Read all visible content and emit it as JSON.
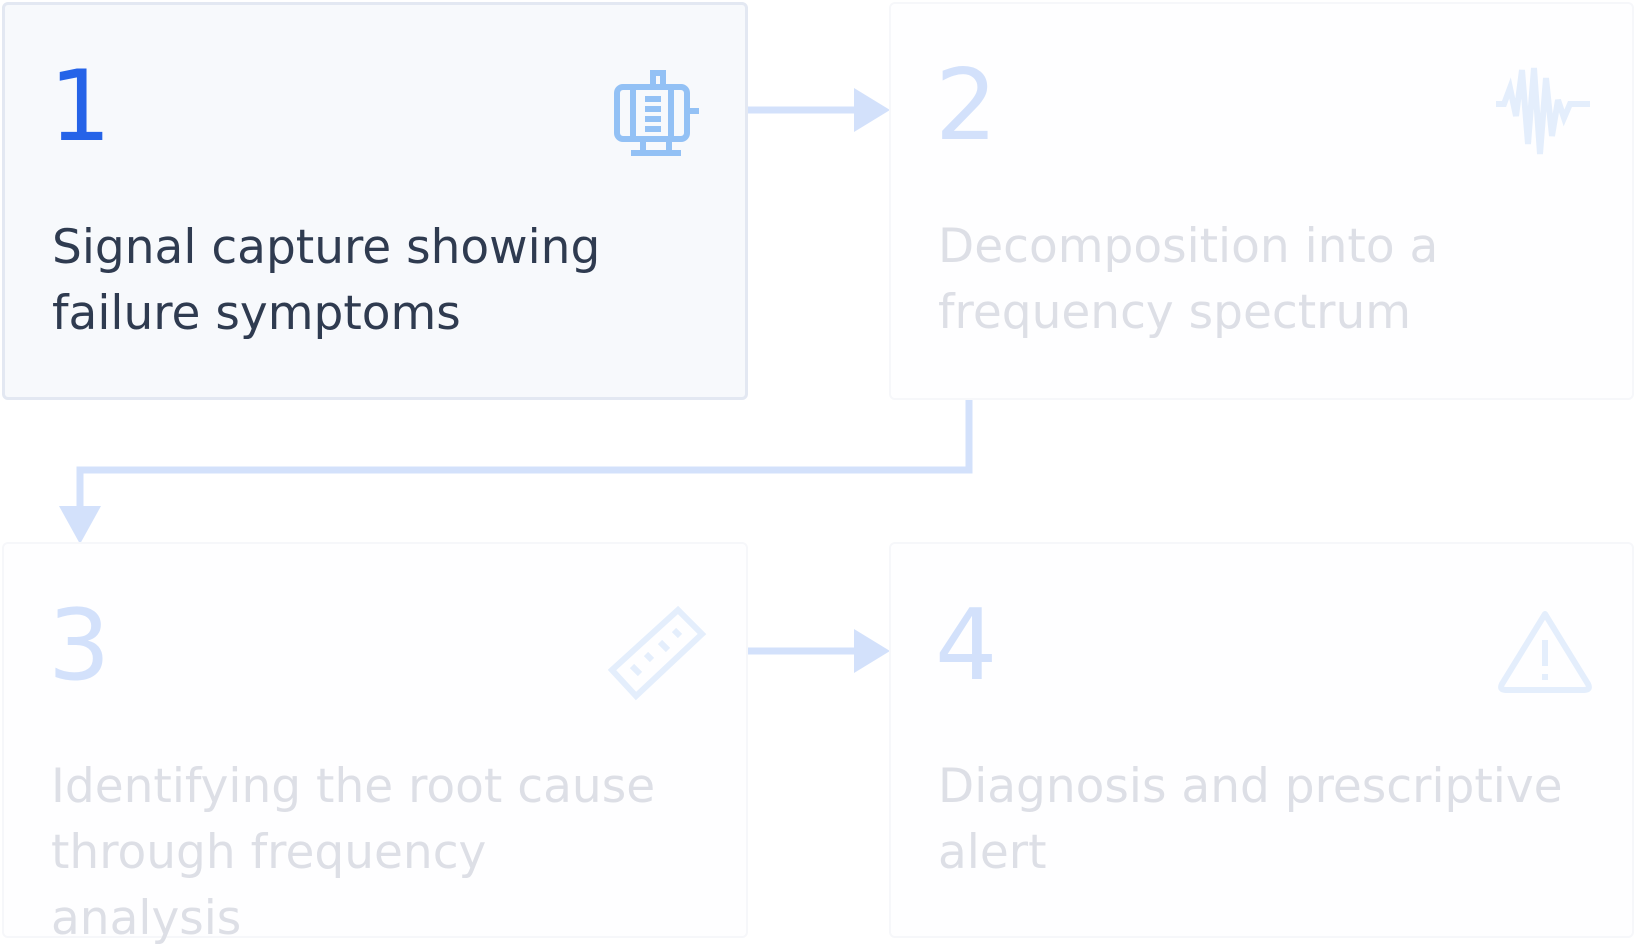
{
  "steps": [
    {
      "number": "1",
      "label": "Signal capture showing failure symptoms",
      "icon": "motor-icon",
      "state": "active"
    },
    {
      "number": "2",
      "label": "Decomposition into a frequency spectrum",
      "icon": "waveform-icon",
      "state": "inactive"
    },
    {
      "number": "3",
      "label": "Identifying the root cause through frequency analysis",
      "icon": "ruler-icon",
      "state": "inactive"
    },
    {
      "number": "4",
      "label": "Diagnosis and prescriptive alert",
      "icon": "warning-icon",
      "state": "inactive"
    }
  ],
  "colors": {
    "active_number": "#2563e8",
    "inactive_number": "#d3e1fb",
    "active_text": "#2f3b50",
    "inactive_text": "#dddfe6",
    "active_icon": "#93c1f5",
    "inactive_icon": "#e4eefc",
    "connector": "#d3e1fb"
  }
}
